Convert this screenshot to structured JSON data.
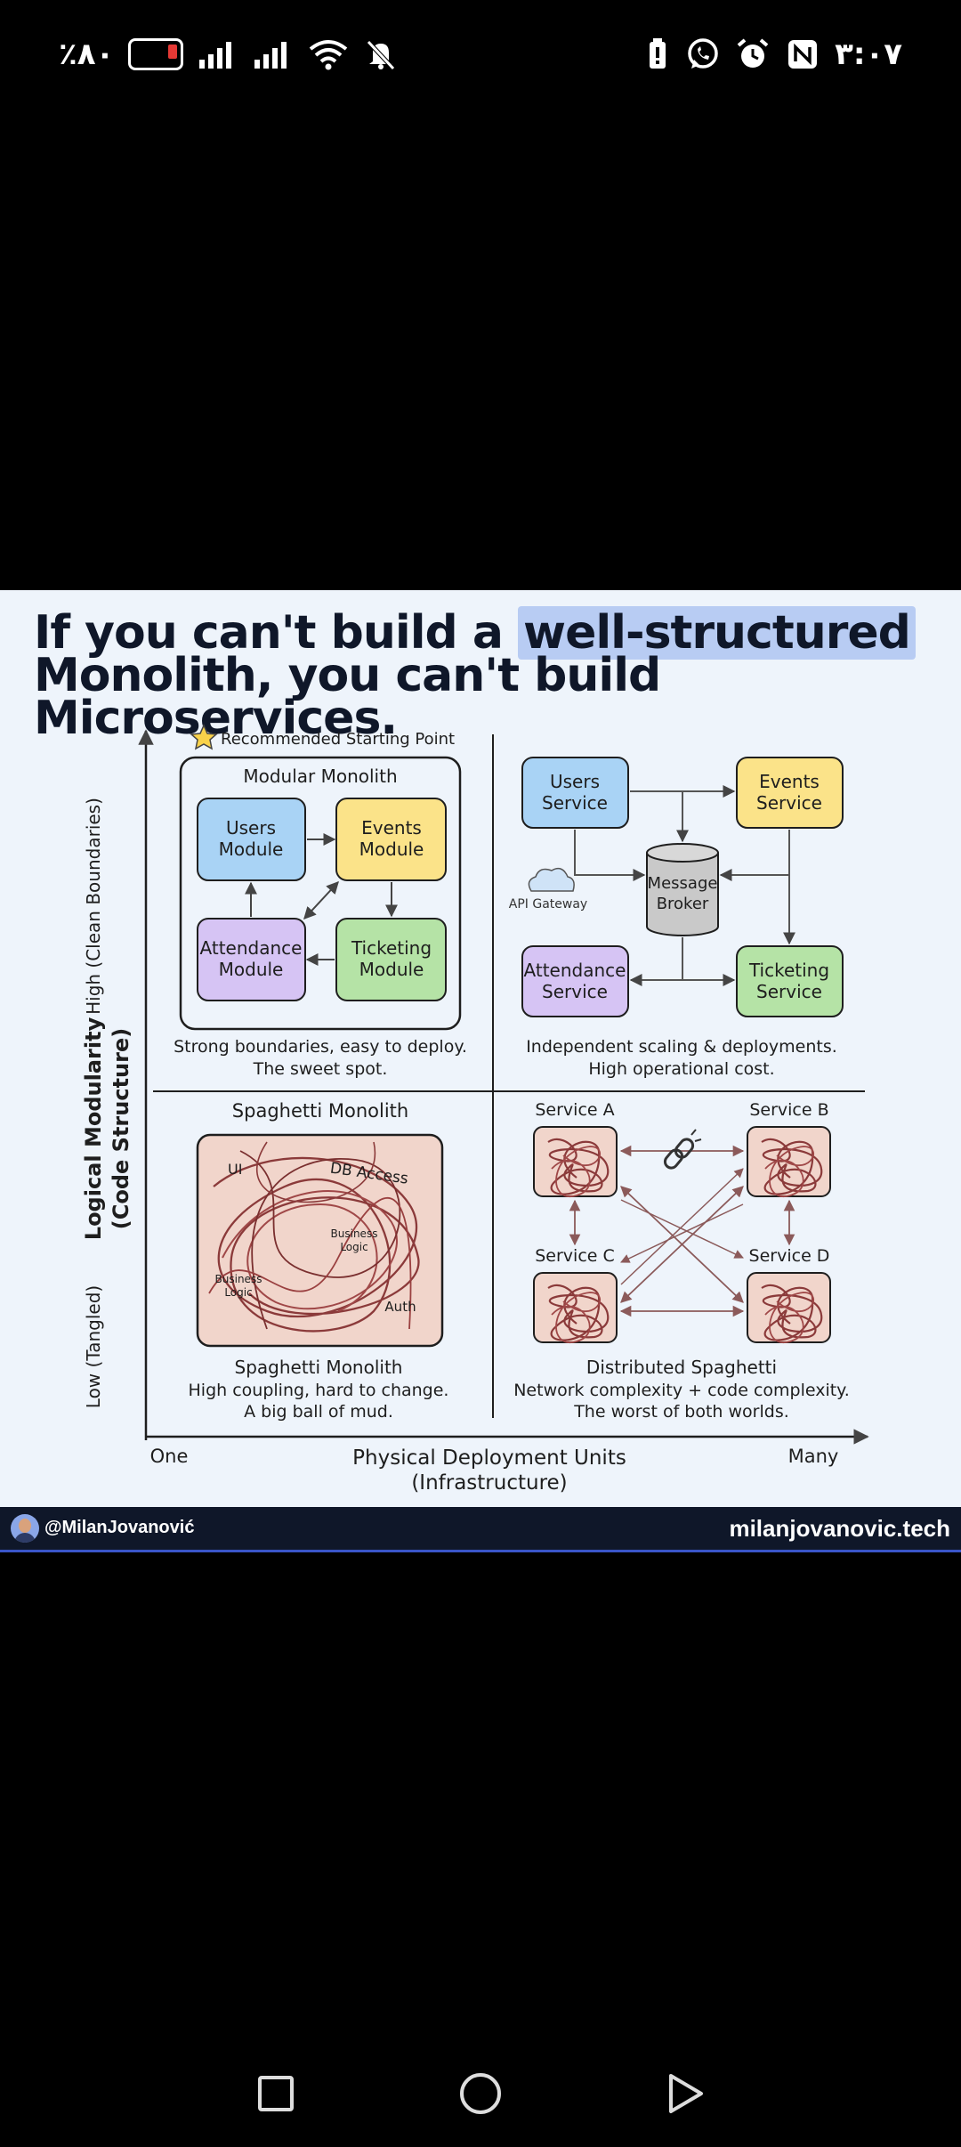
{
  "status_bar": {
    "battery_text": "٪۸۰",
    "time": "۳:۰۷"
  },
  "post": {
    "headline_part1": "If you can't build a ",
    "headline_highlight": "well-structured",
    "headline_part2": "Monolith, you can't build Microservices.",
    "colors": {
      "background": "#eef4fb",
      "headline": "#0f1729",
      "highlight": "#b8ccf3"
    }
  },
  "diagram": {
    "y_axis": {
      "title_line1": "Logical Modularity",
      "title_line2": "(Code Structure)",
      "high_label": "High (Clean Boundaries)",
      "low_label": "Low (Tangled)"
    },
    "x_axis": {
      "title_line1": "Physical Deployment Units",
      "title_line2": "(Infrastructure)",
      "left_label": "One",
      "right_label": "Many"
    },
    "modular_monolith": {
      "badge": "Recommended Starting Point",
      "title": "Modular Monolith",
      "modules": {
        "users": [
          "Users",
          "Module"
        ],
        "events": [
          "Events",
          "Module"
        ],
        "attendance": [
          "Attendance",
          "Module"
        ],
        "ticketing": [
          "Ticketing",
          "Module"
        ]
      },
      "caption_line1": "Strong boundaries, easy to deploy.",
      "caption_line2": "The sweet spot."
    },
    "microservices": {
      "services": {
        "users": [
          "Users",
          "Service"
        ],
        "events": [
          "Events",
          "Service"
        ],
        "attendance": [
          "Attendance",
          "Service"
        ],
        "ticketing": [
          "Ticketing",
          "Service"
        ]
      },
      "broker": [
        "Message",
        "Broker"
      ],
      "gateway": "API Gateway",
      "caption_line1": "Independent scaling & deployments.",
      "caption_line2": "High operational cost."
    },
    "spaghetti_monolith": {
      "title": "Spaghetti Monolith",
      "labels": {
        "ui": "UI",
        "db": "DB Access",
        "business_center": [
          "Business",
          "Logic"
        ],
        "business_left": [
          "Business",
          "Logic"
        ],
        "auth": "Auth"
      },
      "caption_title": "Spaghetti Monolith",
      "caption_line1": "High coupling, hard to change.",
      "caption_line2": "A big ball of mud."
    },
    "distributed_spaghetti": {
      "service_a": "Service A",
      "service_b": "Service B",
      "service_c": "Service C",
      "service_d": "Service D",
      "caption_title": "Distributed Spaghetti",
      "caption_line1": "Network complexity + code complexity.",
      "caption_line2": "The worst of both worlds."
    },
    "colors": {
      "blue": "#a9d3f5",
      "yellow": "#fbe389",
      "purple": "#d6c4f4",
      "green": "#b5e3a6",
      "gray": "#c9c9c9",
      "tangle_fill": "#f1d5cb",
      "tangle_line": "#8b3a3a",
      "ink": "#1e1e1e"
    }
  },
  "footer": {
    "handle": "@MilanJovanović",
    "site": "milanjovanovic.tech"
  }
}
